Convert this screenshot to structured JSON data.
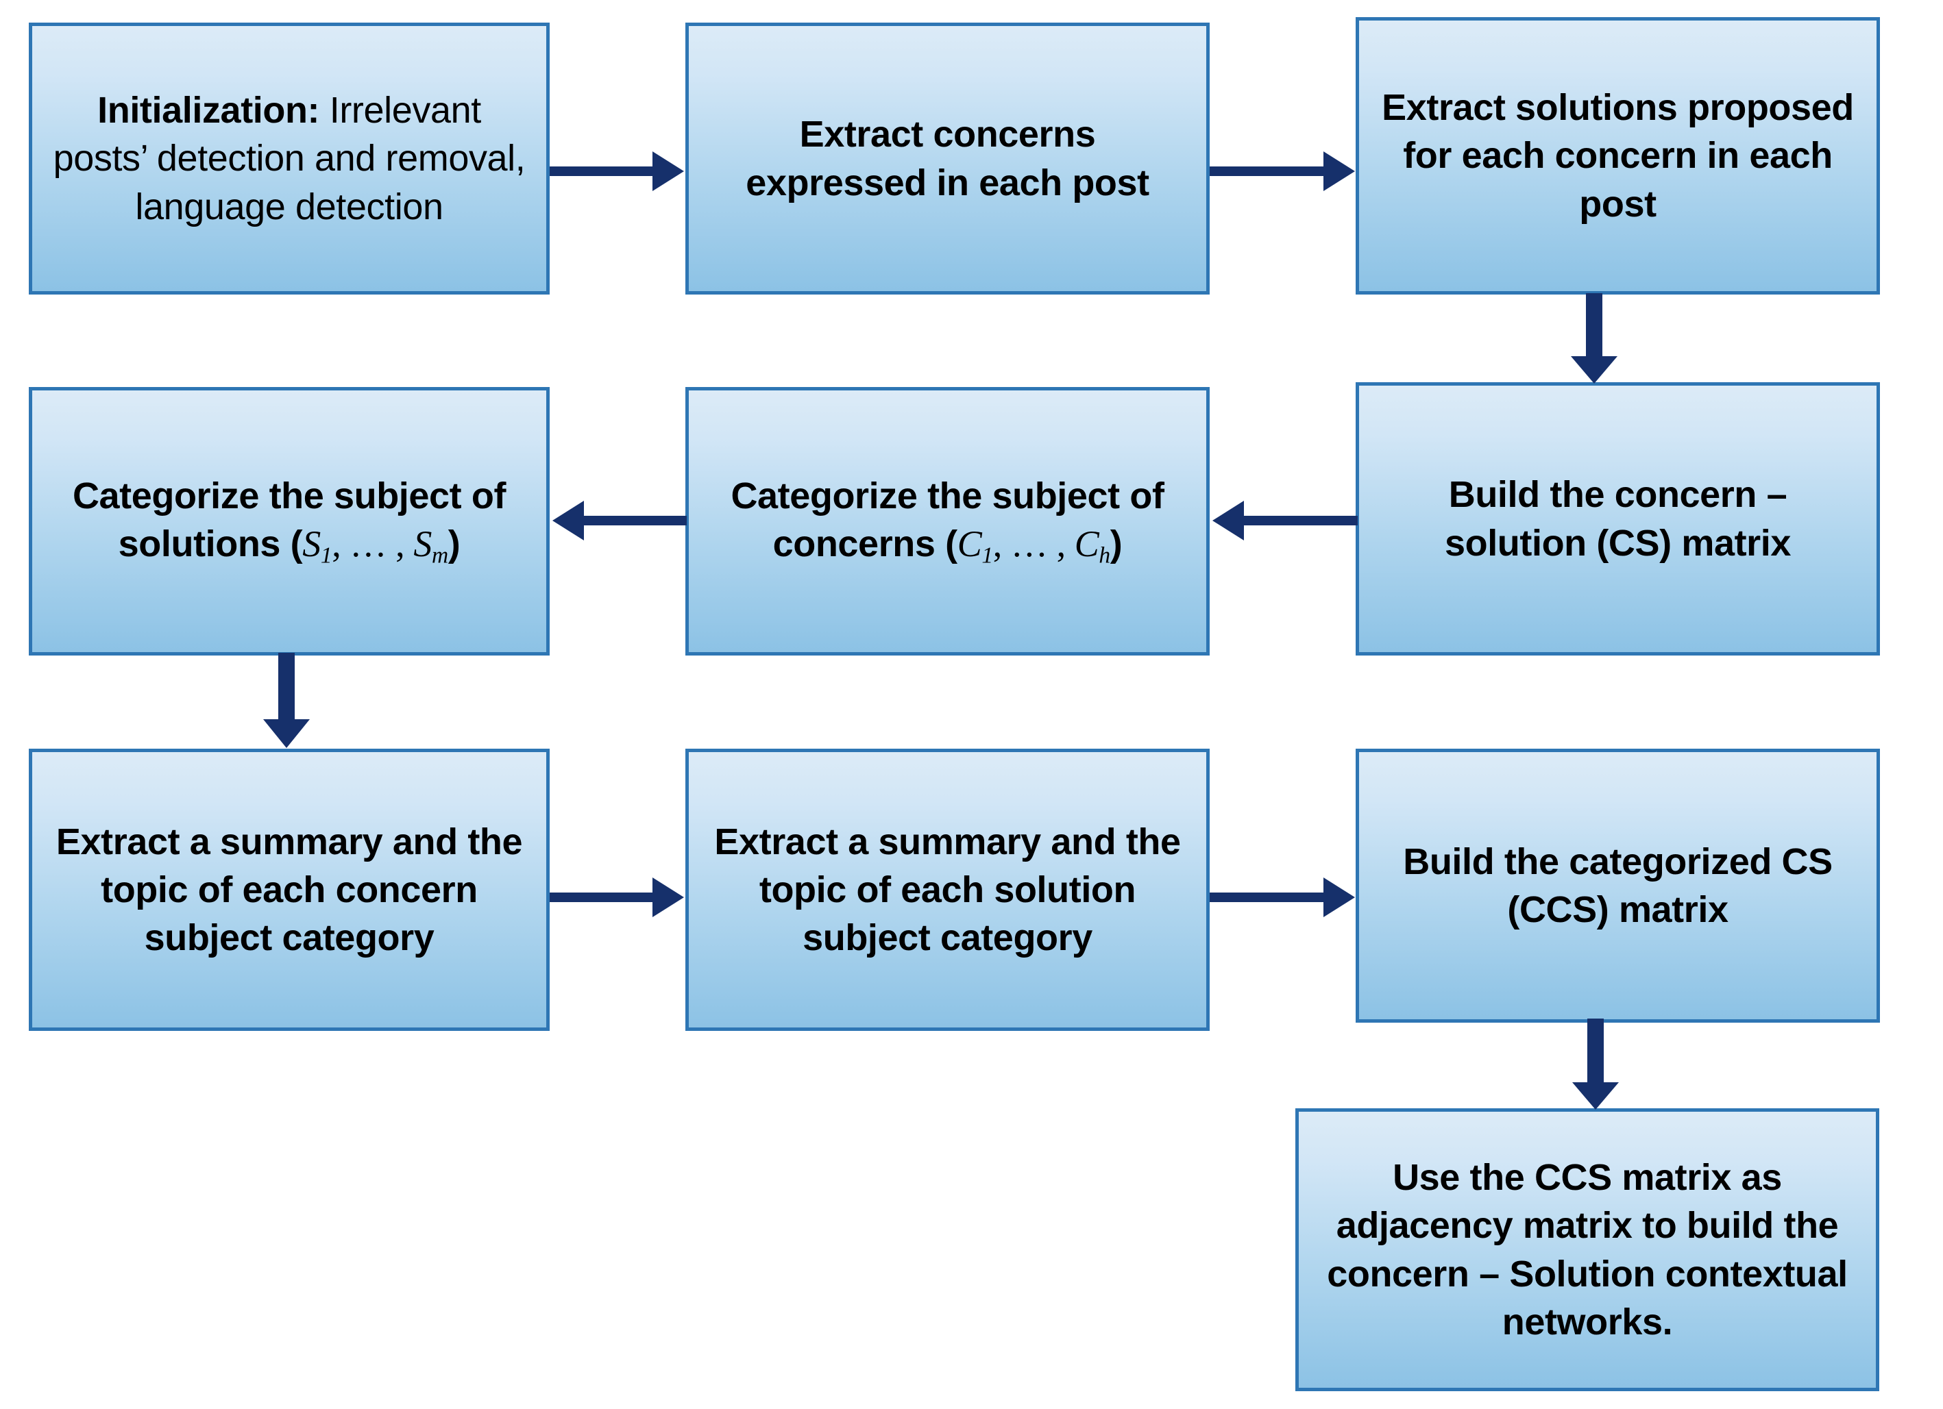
{
  "diagram": {
    "title": "Concern - Solution extraction and contextual network pipeline",
    "accent_box_border": "#2E76B4",
    "accent_box_fill_top": "#DCEBF7",
    "accent_box_fill_bottom": "#8CC2E5",
    "arrow_color": "#16306B",
    "background": "#FFFFFF"
  },
  "nodes": {
    "initialization": {
      "lead": "Initialization:",
      "rest": " Irrelevant posts’ detection and removal, language detection"
    },
    "extract_concerns": {
      "text": "Extract concerns expressed in each post"
    },
    "extract_solutions": {
      "text": "Extract solutions proposed for each concern in each post"
    },
    "categorize_solutions": {
      "prefix": "Categorize the subject of solutions (",
      "sym1": "S",
      "sub1": "1",
      "mid": ", … , ",
      "sym2": "S",
      "sub2": "m",
      "suffix": ")"
    },
    "categorize_concerns": {
      "prefix": "Categorize the subject of concerns (",
      "sym1": "C",
      "sub1": "1",
      "mid": ", … , ",
      "sym2": "C",
      "sub2": "h",
      "suffix": ")"
    },
    "build_cs_matrix": {
      "text": "Build the concern – solution (CS) matrix"
    },
    "summary_concern_category": {
      "text": "Extract a summary and the topic of each concern subject category"
    },
    "summary_solution_category": {
      "text": "Extract a summary and the topic of each solution subject category"
    },
    "build_ccs_matrix": {
      "text": "Build the categorized CS (CCS) matrix"
    },
    "use_ccs_matrix": {
      "text": "Use the CCS matrix as adjacency matrix to build the concern – Solution contextual networks."
    }
  },
  "connectors": [
    {
      "name": "initialization-to-extract-concerns",
      "direction": "right"
    },
    {
      "name": "extract-concerns-to-extract-solutions",
      "direction": "right"
    },
    {
      "name": "extract-solutions-to-build-cs-matrix",
      "direction": "down"
    },
    {
      "name": "build-cs-matrix-to-categorize-concerns",
      "direction": "left"
    },
    {
      "name": "categorize-concerns-to-categorize-solutions",
      "direction": "left"
    },
    {
      "name": "categorize-solutions-to-summary-concern-category",
      "direction": "down"
    },
    {
      "name": "summary-concern-to-summary-solution",
      "direction": "right"
    },
    {
      "name": "summary-solution-to-build-ccs-matrix",
      "direction": "right"
    },
    {
      "name": "build-ccs-matrix-to-use-ccs-matrix",
      "direction": "down"
    }
  ]
}
